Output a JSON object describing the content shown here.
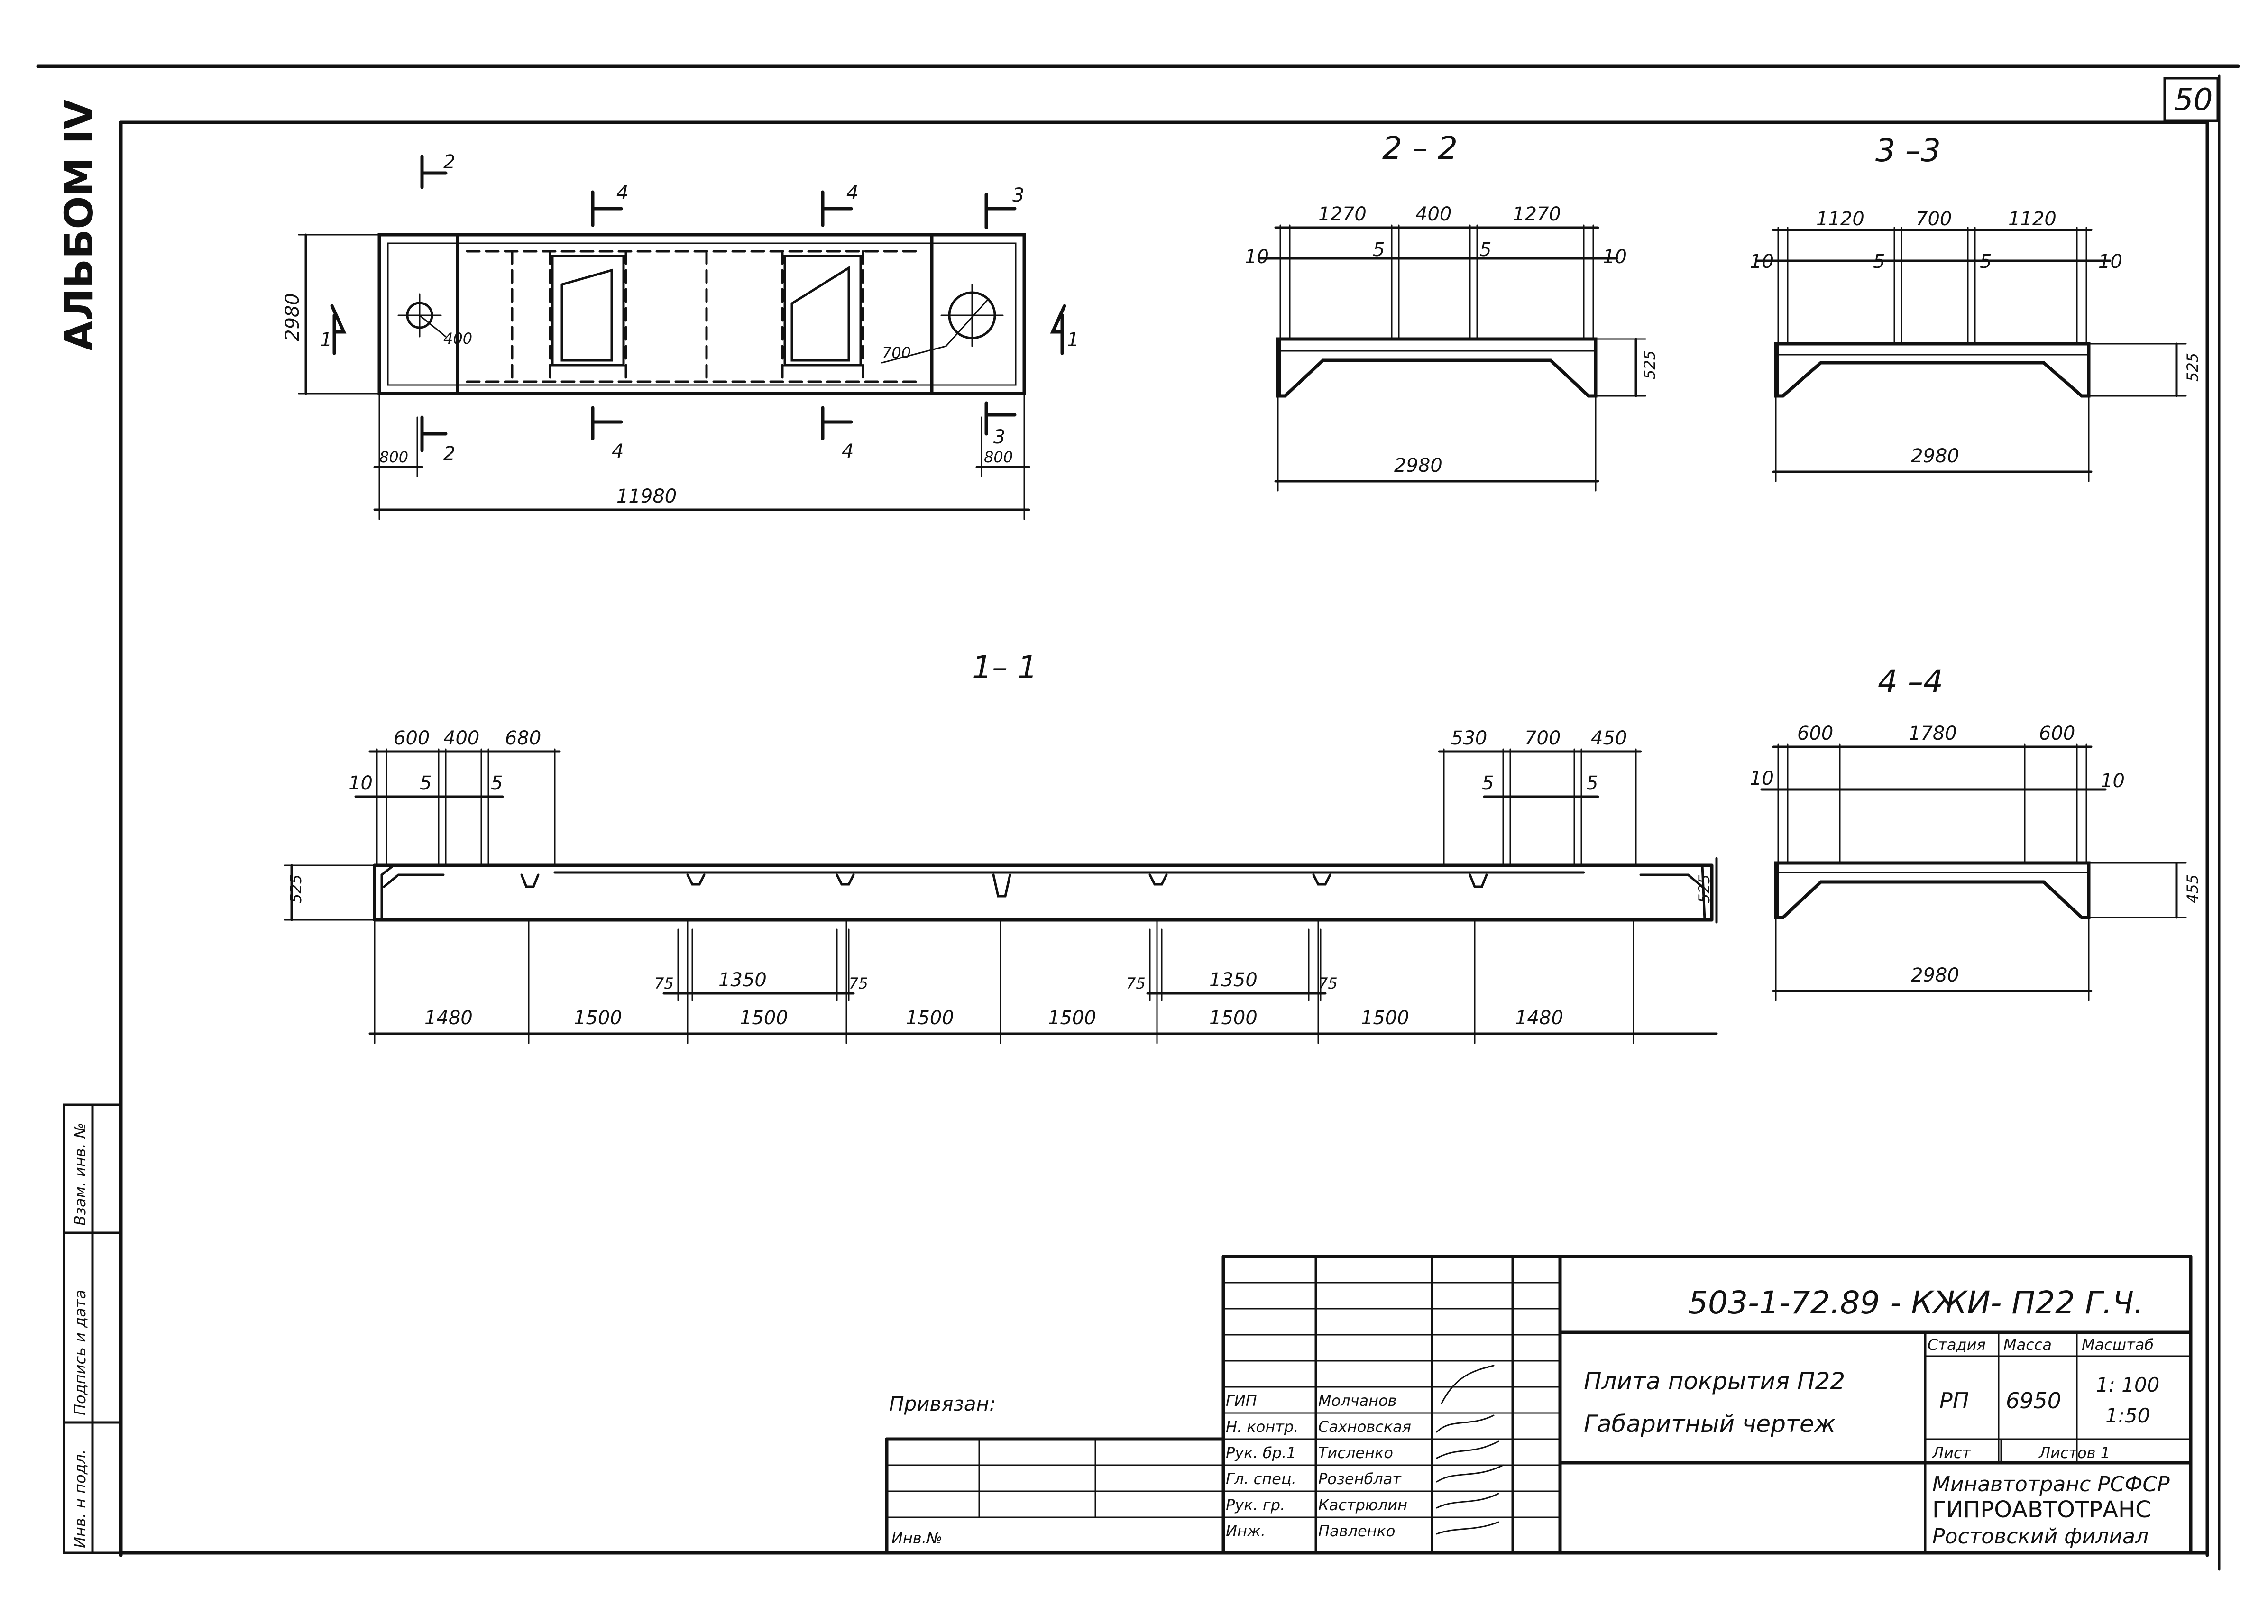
{
  "sheet": {
    "page_number": "50",
    "album": "АЛЬБОМ IV",
    "margin_labels": [
      "Инв. н подл.",
      "Подпись и дата",
      "Взам. инв. №"
    ]
  },
  "plan": {
    "total_length": "11980",
    "width": "2980",
    "end_offset_left": "800",
    "end_offset_right": "800",
    "hole_left": "400",
    "hole_right": "700",
    "cut_marks": [
      "1",
      "1",
      "2",
      "2",
      "3",
      "3",
      "4",
      "4",
      "4",
      "4"
    ]
  },
  "section_2_2": {
    "title": "2 – 2",
    "top_dims": [
      "1270",
      "400",
      "1270"
    ],
    "gaps": [
      "10",
      "5",
      "5",
      "10"
    ],
    "height": "525",
    "width": "2980"
  },
  "section_3_3": {
    "title": "3 –3",
    "top_dims": [
      "1120",
      "700",
      "1120"
    ],
    "gaps": [
      "10",
      "5",
      "5",
      "10"
    ],
    "height": "525",
    "width": "2980"
  },
  "section_1_1": {
    "title": "1– 1",
    "left_dims": [
      "600",
      "400",
      "680"
    ],
    "right_dims": [
      "530",
      "700",
      "450"
    ],
    "gaps_left": [
      "10",
      "5",
      "5"
    ],
    "gaps_right": [
      "5",
      "5"
    ],
    "height_left": "525",
    "height_right": "525",
    "inner_dims": [
      "75",
      "1350",
      "75",
      "75",
      "1350",
      "75"
    ],
    "bottom_dims": [
      "1480",
      "1500",
      "1500",
      "1500",
      "1500",
      "1500",
      "1500",
      "1480"
    ]
  },
  "section_4_4": {
    "title": "4 –4",
    "top_dims": [
      "600",
      "1780",
      "600"
    ],
    "gaps": [
      "10",
      "10"
    ],
    "height": "455",
    "width": "2980"
  },
  "title_block": {
    "doc_code": "503-1-72.89 - КЖИ- П22 Г.Ч.",
    "privyazan": "Привязан:",
    "inv": "Инв.№",
    "roles": [
      "ГИП",
      "Н. контр.",
      "Рук. бр.1",
      "Гл. спец.",
      "Рук. гр.",
      "Инж."
    ],
    "names": [
      "Молчанов",
      "Сахновская",
      "Тисленко",
      "Розенблат",
      "Кастрюлин",
      "Павленко"
    ],
    "name_line1": "Плита покрытия П22",
    "name_line2": "Габаритный чертеж",
    "stage_label": "Стадия",
    "mass_label": "Масса",
    "scale_label": "Масштаб",
    "stage": "РП",
    "mass": "6950",
    "scale1": "1: 100",
    "scale2": "1:50",
    "sheet_label": "Лист",
    "sheets_label": "Листов 1",
    "org1": "Минавтотранс РСФСР",
    "org2": "ГИПРОАВТОТРАНС",
    "org3": "Ростовский филиал"
  }
}
